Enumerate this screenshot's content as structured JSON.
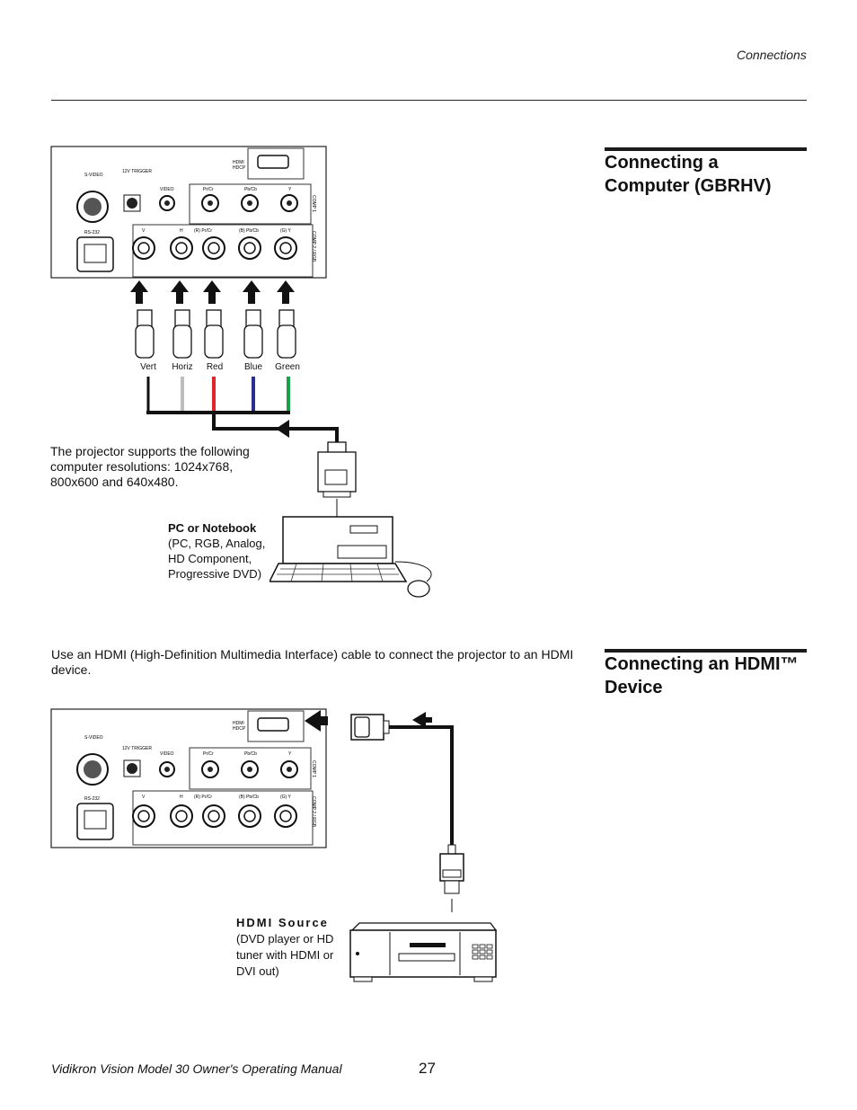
{
  "header": {
    "section": "Connections"
  },
  "section1": {
    "heading_line1": "Connecting a",
    "heading_line2": "Computer (GBRHV)",
    "note": "The projector supports the following computer resolutions: 1024x768, 800x600 and 640x480.",
    "cable_labels": [
      "Vert",
      "Horiz",
      "Red",
      "Blue",
      "Green"
    ],
    "device_title": "PC or Notebook",
    "device_desc": "(PC, RGB, Analog, HD Component, Progressive DVD)"
  },
  "section2": {
    "intro": "Use an HDMI (High-Definition Multimedia Interface) cable to connect the projector to an HDMI device.",
    "heading_line1": "Connecting an HDMI™",
    "heading_line2": "Device",
    "device_title": "HDMI Source",
    "device_desc": "(DVD player or HD tuner with HDMI or DVI out)"
  },
  "panel": {
    "hdmi": "HDMI",
    "hdcp": "HDCP",
    "svideo": "S-VIDEO",
    "trigger": "12V TRIGGER",
    "video": "VIDEO",
    "pr": "Pr/Cr",
    "pb": "Pb/Cb",
    "y": "Y",
    "comp1": "COMP 1",
    "rs232": "RS-232",
    "v": "V",
    "h": "H",
    "r": "(R) Pr/Cr",
    "b": "(B) Pb/Cb",
    "g": "(G) Y",
    "comp2": "COMP 2 / RGB"
  },
  "colors": {
    "red": "#e0262b",
    "blue": "#2a2f8f",
    "green": "#1aa14a",
    "grey": "#bdbdbd",
    "dark": "#111111"
  },
  "footer": {
    "manual": "Vidikron Vision Model 30 Owner's Operating Manual",
    "page": "27"
  }
}
